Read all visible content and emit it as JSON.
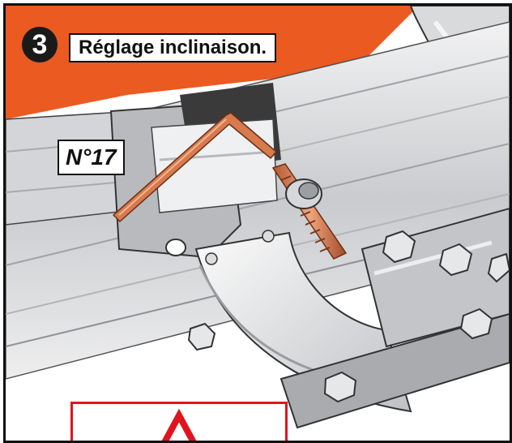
{
  "step": {
    "number": "3",
    "title": "Réglage inclinaison."
  },
  "tool": {
    "label": "N°17"
  },
  "warning": {
    "icon": "warning-triangle-icon"
  },
  "colors": {
    "orange": "#ea5a21",
    "warning_red": "#e0141e",
    "metal_light": "#e4e5e7",
    "metal_dark": "#8a8c90",
    "copper": "#d77a4d"
  }
}
